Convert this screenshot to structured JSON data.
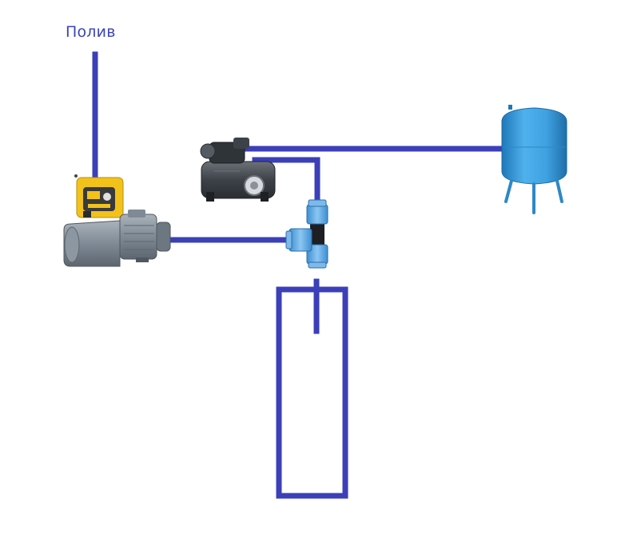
{
  "diagram": {
    "label_poliv": "Полив",
    "pipe_color": "#3b3fb8",
    "colors": {
      "tank_blue": "#3ea0df",
      "tank_blue_dark": "#1f78b8",
      "pump_grey": "#7f8a95",
      "pump_dark": "#3d4248",
      "pressure_switch_yellow": "#f2c21b",
      "fitting_blue": "#5aa8e6",
      "fitting_black": "#1d1f22"
    },
    "components": [
      {
        "id": "pressure-switch",
        "kind": "pressure-control-icon"
      },
      {
        "id": "surface-pump",
        "kind": "jet-pump-icon"
      },
      {
        "id": "pump-station",
        "kind": "booster-pump-station-icon"
      },
      {
        "id": "expansion-tank",
        "kind": "expansion-tank-icon"
      },
      {
        "id": "tee-fitting",
        "kind": "tee-fitting-icon"
      },
      {
        "id": "well",
        "kind": "well-icon"
      }
    ]
  }
}
